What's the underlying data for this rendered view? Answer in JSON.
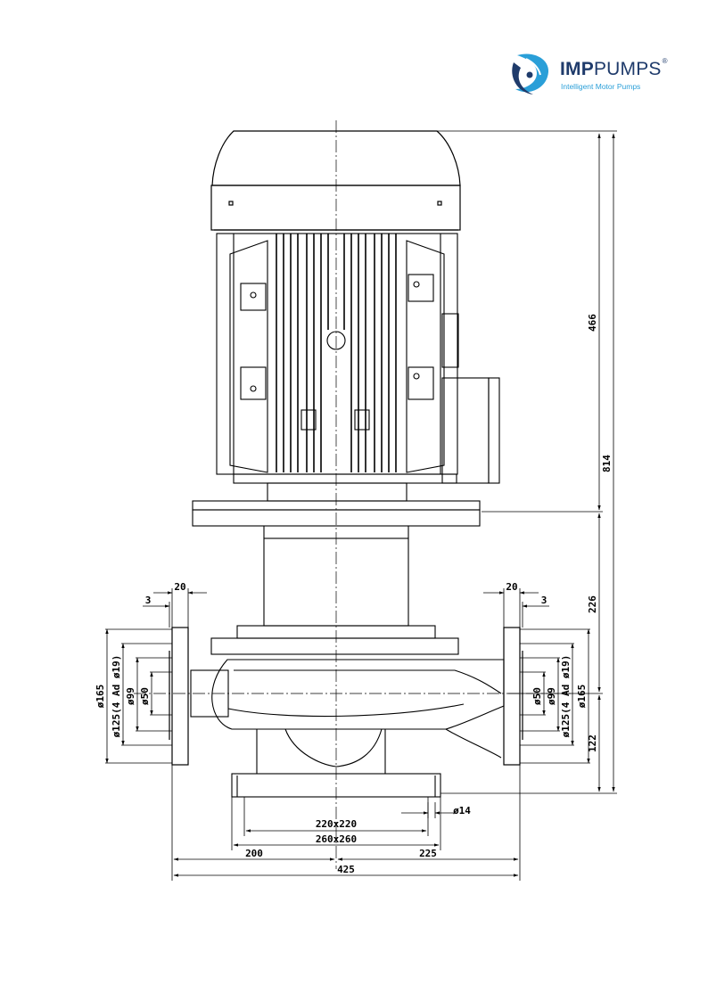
{
  "logo": {
    "brand_bold": "IMP",
    "brand_light": "PUMPS",
    "registered": "®",
    "tagline": "Intelligent Motor Pumps",
    "colors": {
      "navy": "#1f3b6b",
      "cyan": "#2a9fd8"
    },
    "icon": "imp-pump-swirl-icon"
  },
  "dimensions": {
    "motor_height": "466",
    "total_height": "814",
    "pump_height": "226",
    "base_to_axis": "122",
    "flange_thickness_left": "20",
    "flange_offset_left": "3",
    "flange_thickness_right": "20",
    "flange_offset_right": "3",
    "flange_od_left": "ø165",
    "bolt_circle_left": "ø125(4 Ad ø19)",
    "raised_face_left": "ø99",
    "bore_left": "ø50",
    "bore_right": "ø50",
    "raised_face_right": "ø99",
    "bolt_circle_right": "ø125(4 Ad ø19)",
    "flange_od_right": "ø165",
    "base_hole": "ø14",
    "base_holes_spacing": "220x220",
    "base_size": "260x260",
    "left_to_axis": "200",
    "axis_to_right": "225",
    "overall_width": "425"
  }
}
